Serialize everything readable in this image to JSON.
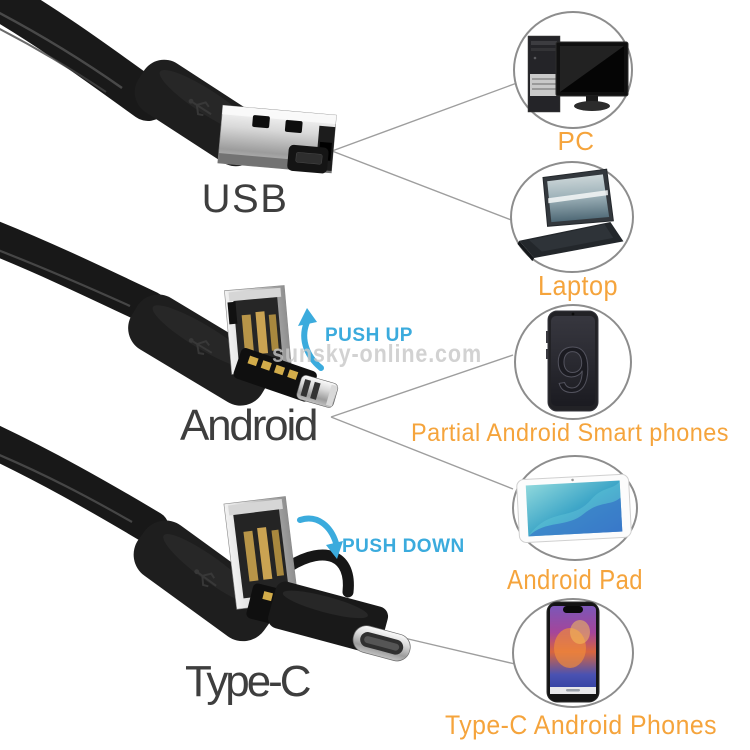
{
  "watermark": {
    "text": "sunsky-online.com"
  },
  "connectors": [
    {
      "label": "USB"
    },
    {
      "label": "Android",
      "annotation": "PUSH UP"
    },
    {
      "label": "Type-C",
      "annotation": "PUSH DOWN"
    }
  ],
  "devices": [
    {
      "label": "PC"
    },
    {
      "label": "Laptop"
    },
    {
      "label": "Partial Android Smart phones",
      "screen_text": "9"
    },
    {
      "label": "Android Pad"
    },
    {
      "label": "Type-C Android Phones"
    }
  ],
  "colors": {
    "label_orange": "#F5A43C",
    "annotation_cyan": "#3BABDD",
    "connector_label_dark": "#3E3E3E",
    "line_gray": "#9E9E9E",
    "circle_gray": "#8D8D8D"
  }
}
